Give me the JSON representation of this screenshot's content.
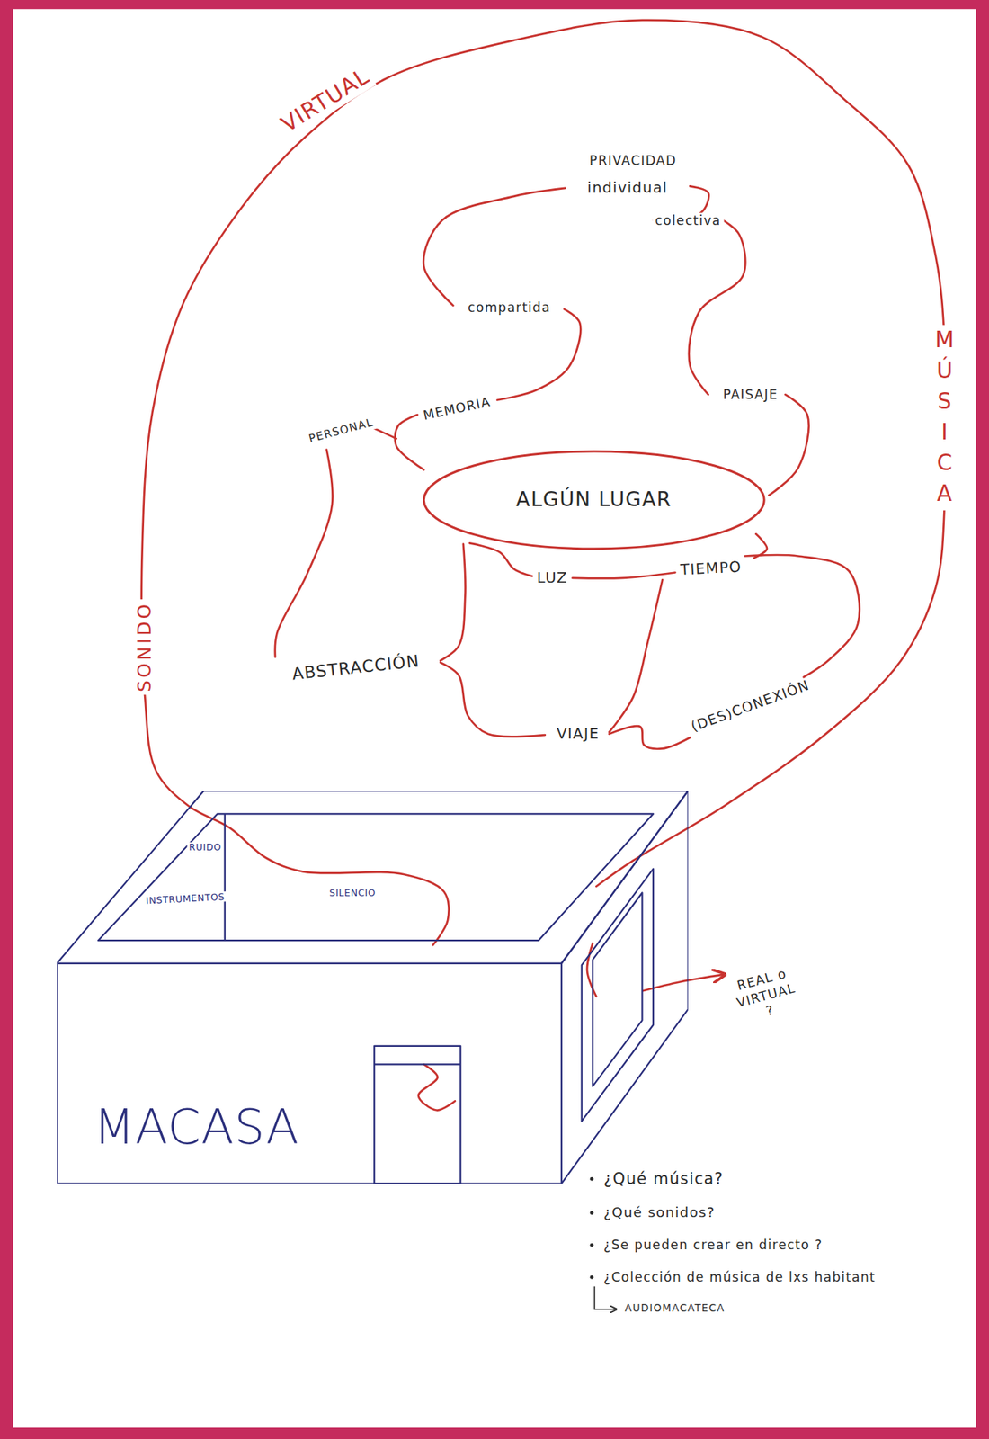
{
  "diagram": {
    "nodes": [
      {
        "text": [
          "ALGÚN LUGAR"
        ]
      },
      {
        "text": [
          "MACASA",
          "RUIDO",
          "INSTRUMENTOS",
          "SILENCIO"
        ]
      }
    ],
    "labels": [
      "VIRTUAL",
      "PRIVACIDAD",
      "individual",
      "colectiva",
      "compartida",
      "MÚSICA",
      "PAISAJE",
      "MEMORIA",
      "PERSONAL",
      "LUZ",
      "TIEMPO",
      "SONIDO",
      "ABSTRACCIÓN",
      "VIAJE",
      "(DES)CONEXIÓN",
      "REAL o VIRTUAL ?",
      "¿Qué música?",
      "¿Qué sonidos?",
      "¿Se pueden crear en directo ?",
      "¿Colección de música de lxs habitant",
      "AUDIOMACATECA"
    ]
  }
}
